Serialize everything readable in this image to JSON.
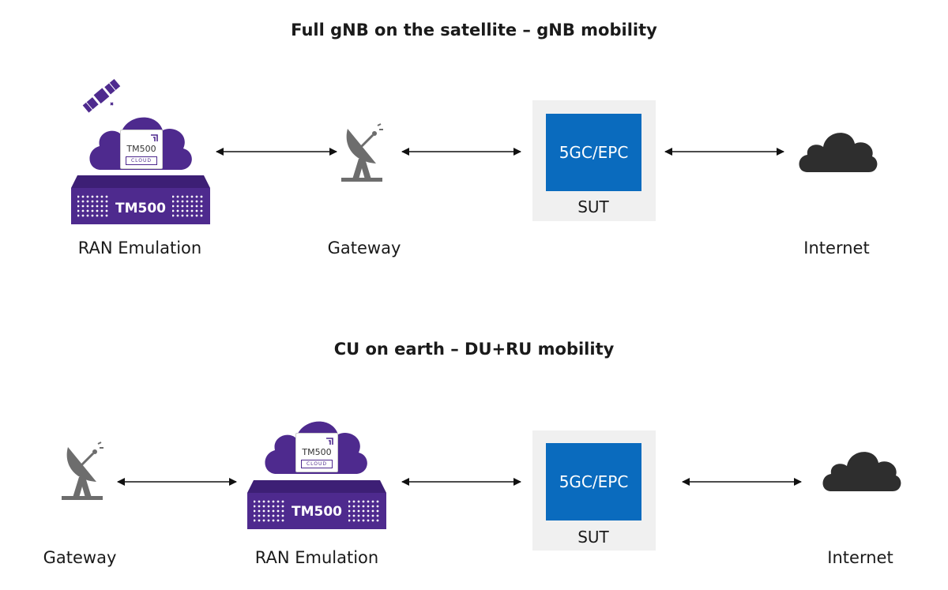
{
  "colors": {
    "purple": "#4e2a8e",
    "purple_dark": "#3d1f75",
    "blue": "#0a6bbe",
    "gray": "#6d6d6d",
    "cloud_dark": "#2e2e2e",
    "panel": "#f0f0f0"
  },
  "icons": [
    "satellite-icon",
    "cloud-icon",
    "tm500-device-icon",
    "dish-antenna-icon",
    "internet-cloud-icon",
    "double-arrow-icon"
  ],
  "diagram_top": {
    "title": "Full gNB on the satellite – gNB mobility",
    "ran": {
      "label": "RAN Emulation",
      "device": "TM500",
      "badge": "TM500",
      "badge_sub": "CLOUD"
    },
    "gateway": {
      "label": "Gateway"
    },
    "core": {
      "box": "5GC/EPC",
      "label": "SUT"
    },
    "internet": {
      "label": "Internet"
    }
  },
  "diagram_bottom": {
    "title": "CU on earth – DU+RU mobility",
    "gateway": {
      "label": "Gateway"
    },
    "ran": {
      "label": "RAN Emulation",
      "device": "TM500",
      "badge": "TM500",
      "badge_sub": "CLOUD"
    },
    "core": {
      "box": "5GC/EPC",
      "label": "SUT"
    },
    "internet": {
      "label": "Internet"
    }
  }
}
